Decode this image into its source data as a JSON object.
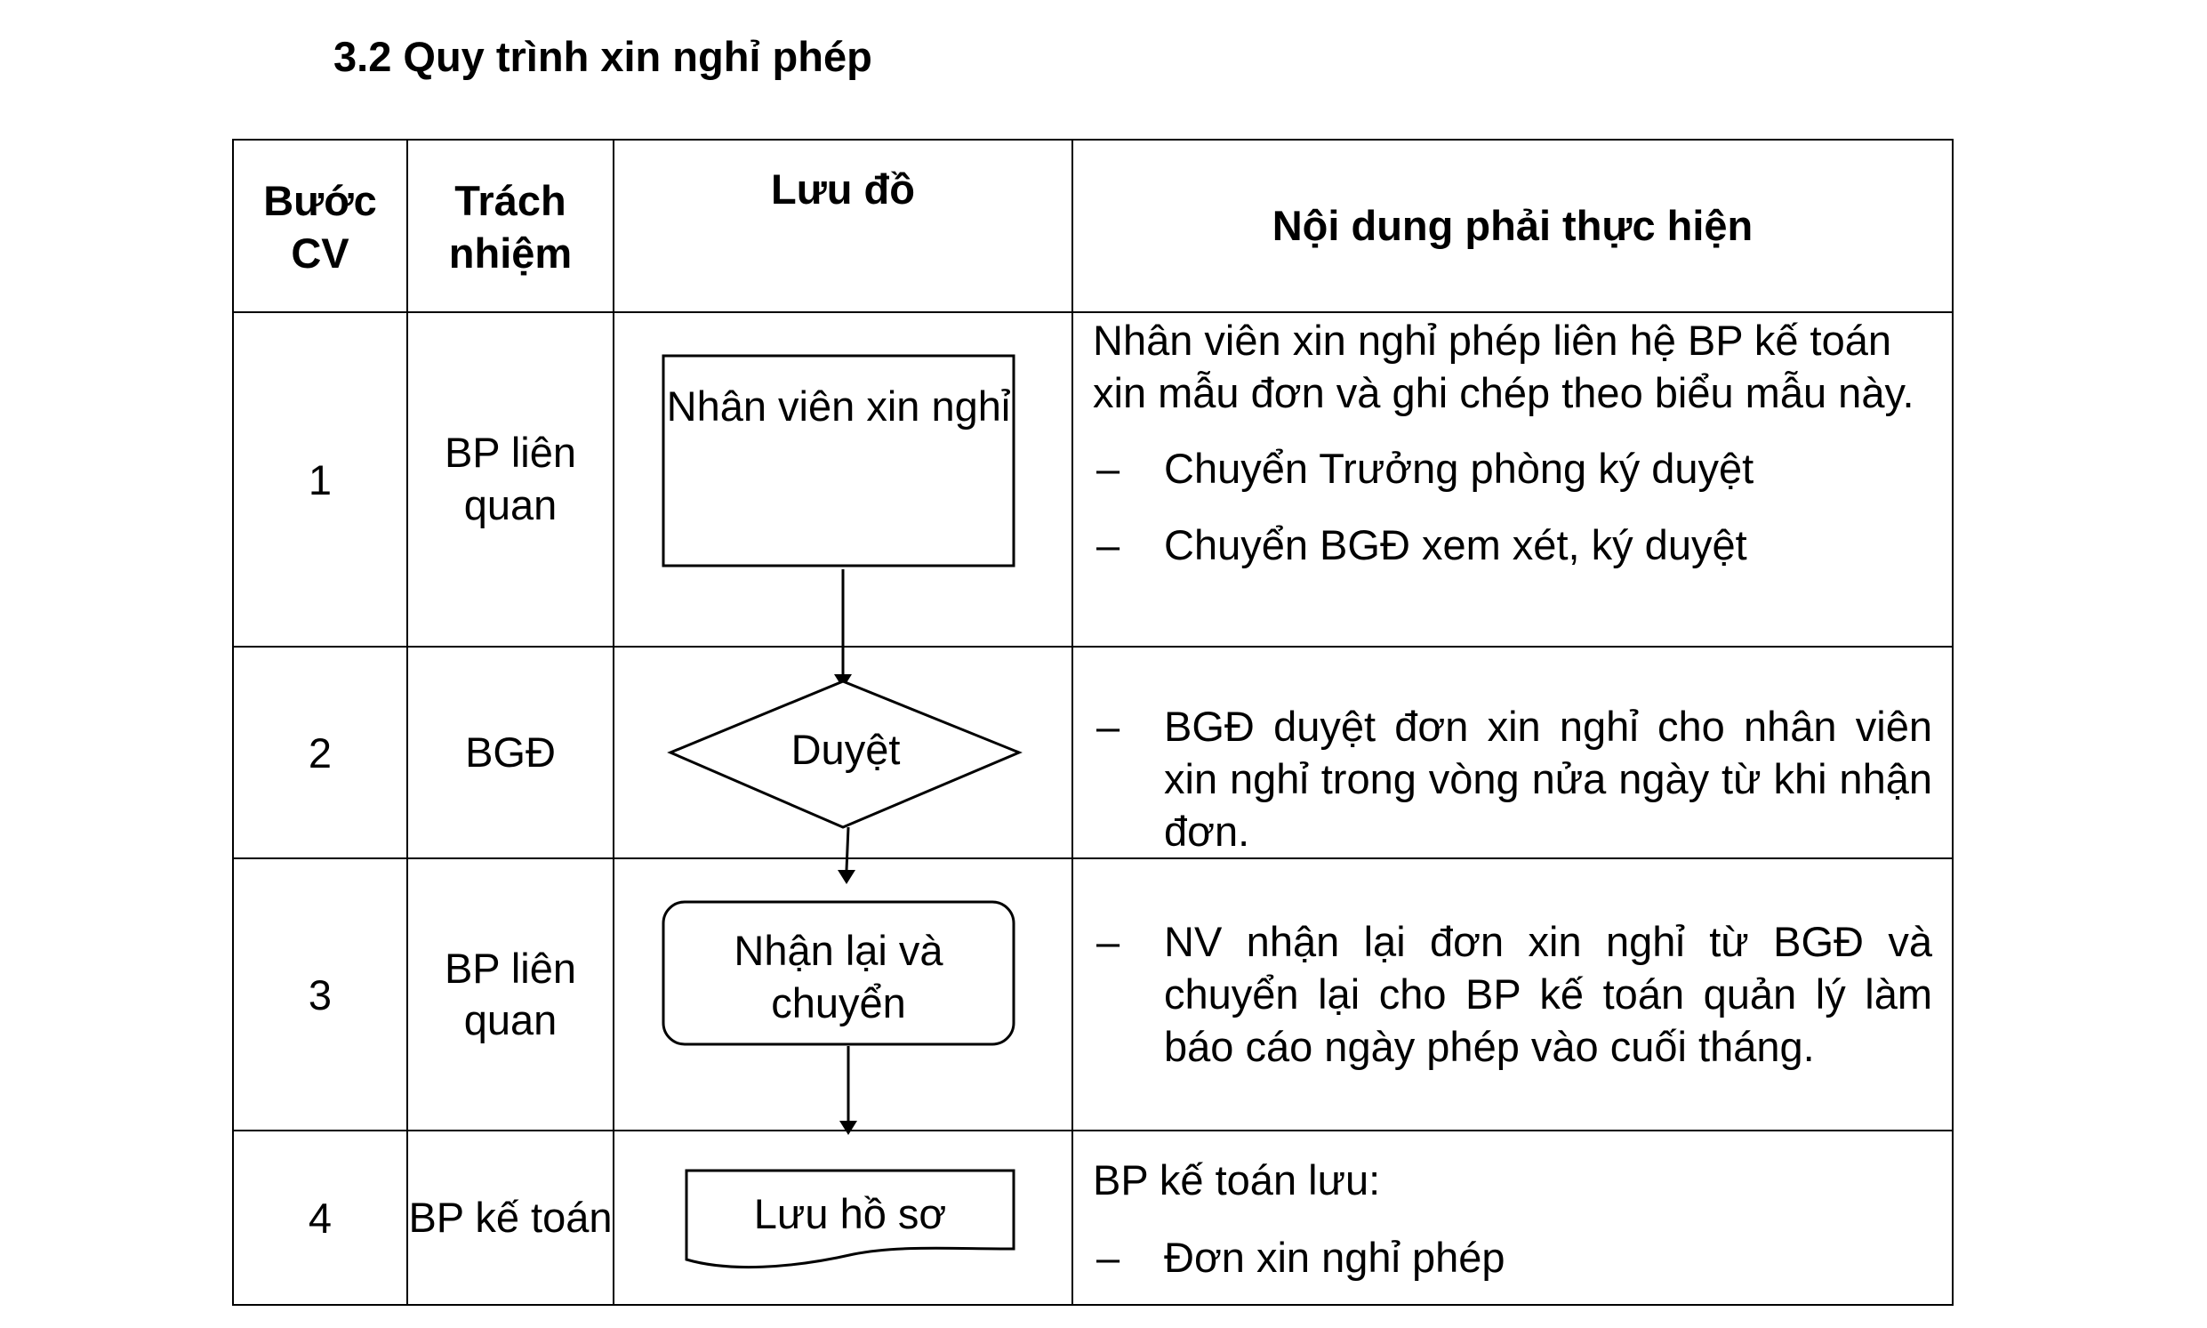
{
  "section_title": "3.2 Quy trình xin nghỉ phép",
  "table": {
    "headers": {
      "step": "Bước CV",
      "responsibility": "Trách nhiệm",
      "flowchart": "Lưu đồ",
      "content": "Nội dung phải thực hiện"
    },
    "rows": [
      {
        "step": "1",
        "responsibility": "BP liên quan",
        "flow_label": "Nhân viên xin nghỉ",
        "flow_shape": "rectangle",
        "intro": "Nhân viên xin nghỉ phép liên hệ BP kế toán xin mẫu đơn và ghi chép theo biểu mẫu này.",
        "items": [
          "Chuyển Trưởng phòng ký duyệt",
          "Chuyển BGĐ xem xét, ký duyệt"
        ]
      },
      {
        "step": "2",
        "responsibility": "BGĐ",
        "flow_label": "Duyệt",
        "flow_shape": "diamond",
        "intro": "",
        "items": [
          "BGĐ duyệt đơn xin nghỉ cho nhân viên xin nghỉ trong vòng nửa ngày từ khi nhận đơn."
        ]
      },
      {
        "step": "3",
        "responsibility": "BP liên quan",
        "flow_label": "Nhận lại và chuyển",
        "flow_shape": "rounded-rectangle",
        "intro": "",
        "items": [
          "NV nhận lại đơn xin nghỉ từ BGĐ và chuyển lại cho BP kế toán quản lý làm báo cáo ngày phép vào cuối tháng."
        ]
      },
      {
        "step": "4",
        "responsibility": "BP kế toán",
        "flow_label": "Lưu hồ sơ",
        "flow_shape": "document",
        "intro": "BP kế toán lưu:",
        "items": [
          "Đơn xin nghỉ phép"
        ]
      }
    ]
  },
  "dash_symbol": "–"
}
